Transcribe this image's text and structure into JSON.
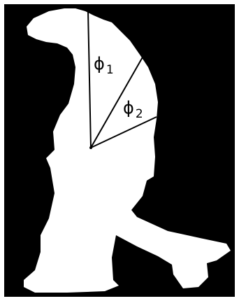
{
  "colors": {
    "background": "#000000",
    "silhouette": "#ffffff",
    "lines": "#000000",
    "frame": "#ffffff"
  },
  "angles": [
    {
      "symbol": "ϕ",
      "subscript": "1"
    },
    {
      "symbol": "ϕ",
      "subscript": "2"
    }
  ]
}
